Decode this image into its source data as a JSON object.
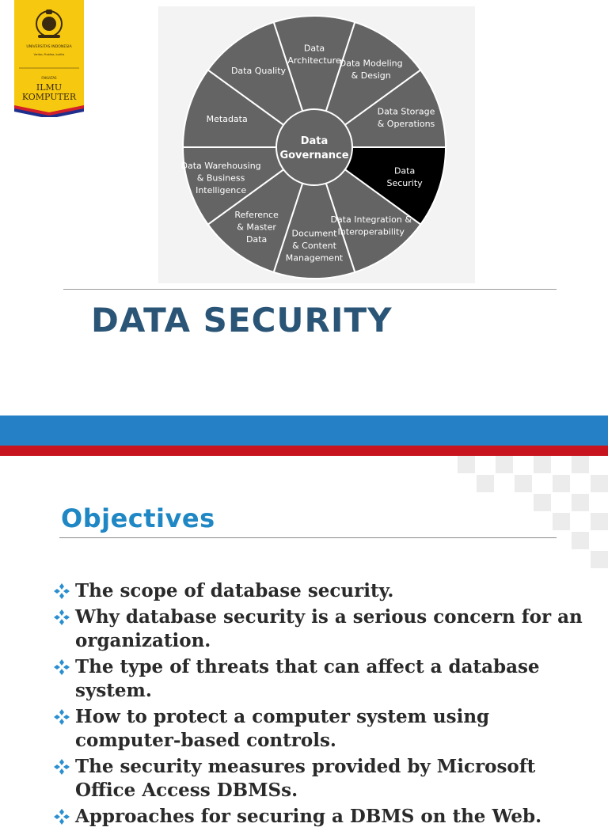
{
  "logo": {
    "university": "UNIVERSITAS INDONESIA",
    "motto": "Veritas, Probitas, Iustitia",
    "faculty_label": "FAKULTAS",
    "faculty_line1": "ILMU",
    "faculty_line2": "KOMPUTER"
  },
  "wheel": {
    "center_line1": "Data",
    "center_line2": "Governance",
    "segments": [
      {
        "lines": [
          "Data",
          "Architecture"
        ]
      },
      {
        "lines": [
          "Data Modeling",
          "& Design"
        ]
      },
      {
        "lines": [
          "Data Storage",
          "& Operations"
        ]
      },
      {
        "lines": [
          "Data",
          "Security"
        ],
        "highlighted": true
      },
      {
        "lines": [
          "Data Integration &",
          "Interoperability"
        ]
      },
      {
        "lines": [
          "Document",
          "& Content",
          "Management"
        ]
      },
      {
        "lines": [
          "Reference",
          "& Master",
          "Data"
        ]
      },
      {
        "lines": [
          "Data Warehousing",
          "& Business",
          "Intelligence"
        ]
      },
      {
        "lines": [
          "Metadata"
        ]
      },
      {
        "lines": [
          "Data Quality"
        ]
      }
    ],
    "colors": {
      "segment": "#646464",
      "highlight": "#000000",
      "divider": "#ffffff"
    }
  },
  "slide_title": "DATA SECURITY",
  "objectives": {
    "title": "Objectives",
    "items": [
      "The scope of database security.",
      "Why database security is a serious concern for an organization.",
      "The type of threats that can affect a database system.",
      "How to protect a computer system using computer-based controls.",
      "The security measures provided by Microsoft Office Access DBMSs.",
      "Approaches for securing a DBMS on the Web."
    ]
  },
  "colors": {
    "title": "#2b5576",
    "objectives_title": "#1f87c4",
    "band_blue": "#2580c5",
    "band_red": "#c8141e",
    "logo_yellow": "#f6c80f"
  }
}
